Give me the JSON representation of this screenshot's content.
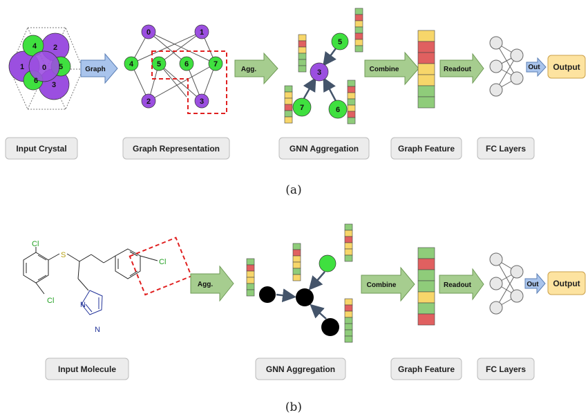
{
  "panel_a": {
    "caption": "(a)",
    "crystal_atoms": [
      "4",
      "2",
      "1",
      "0",
      "5",
      "6",
      "3"
    ],
    "graph_nodes": [
      "0",
      "1",
      "4",
      "5",
      "6",
      "7",
      "2",
      "3"
    ],
    "agg_nodes": [
      "5",
      "3",
      "7",
      "6"
    ],
    "arrows": {
      "graph": "Graph",
      "agg": "Agg.",
      "combine": "Combine",
      "readout": "Readout",
      "out": "Out"
    },
    "output": "Output",
    "labels": {
      "input": "Input Crystal",
      "graph_rep": "Graph Representation",
      "gnn": "GNN Aggregation",
      "feature": "Graph Feature",
      "fc": "FC Layers"
    }
  },
  "panel_b": {
    "caption": "(b)",
    "molecule_atoms": {
      "cl_top": "Cl",
      "s": "S",
      "cl_bottom": "Cl",
      "n1": "N",
      "n2": "N",
      "cl_right": "Cl"
    },
    "arrows": {
      "agg": "Agg.",
      "combine": "Combine",
      "readout": "Readout",
      "out": "Out"
    },
    "output": "Output",
    "labels": {
      "input": "Input Molecule",
      "gnn": "GNN Aggregation",
      "feature": "Graph Feature",
      "fc": "FC Layers"
    }
  },
  "colors": {
    "purple": "#9b4fe0",
    "green": "#3fe03f",
    "feat_yellow": "#f7d66a",
    "feat_red": "#e06060",
    "feat_green": "#8fcc7a",
    "arrow_blue": "#a9c4ec",
    "arrow_green": "#a6cd8f",
    "output_fill": "#fde3a0",
    "label_box": "#ececec",
    "highlight": "#e02020"
  }
}
